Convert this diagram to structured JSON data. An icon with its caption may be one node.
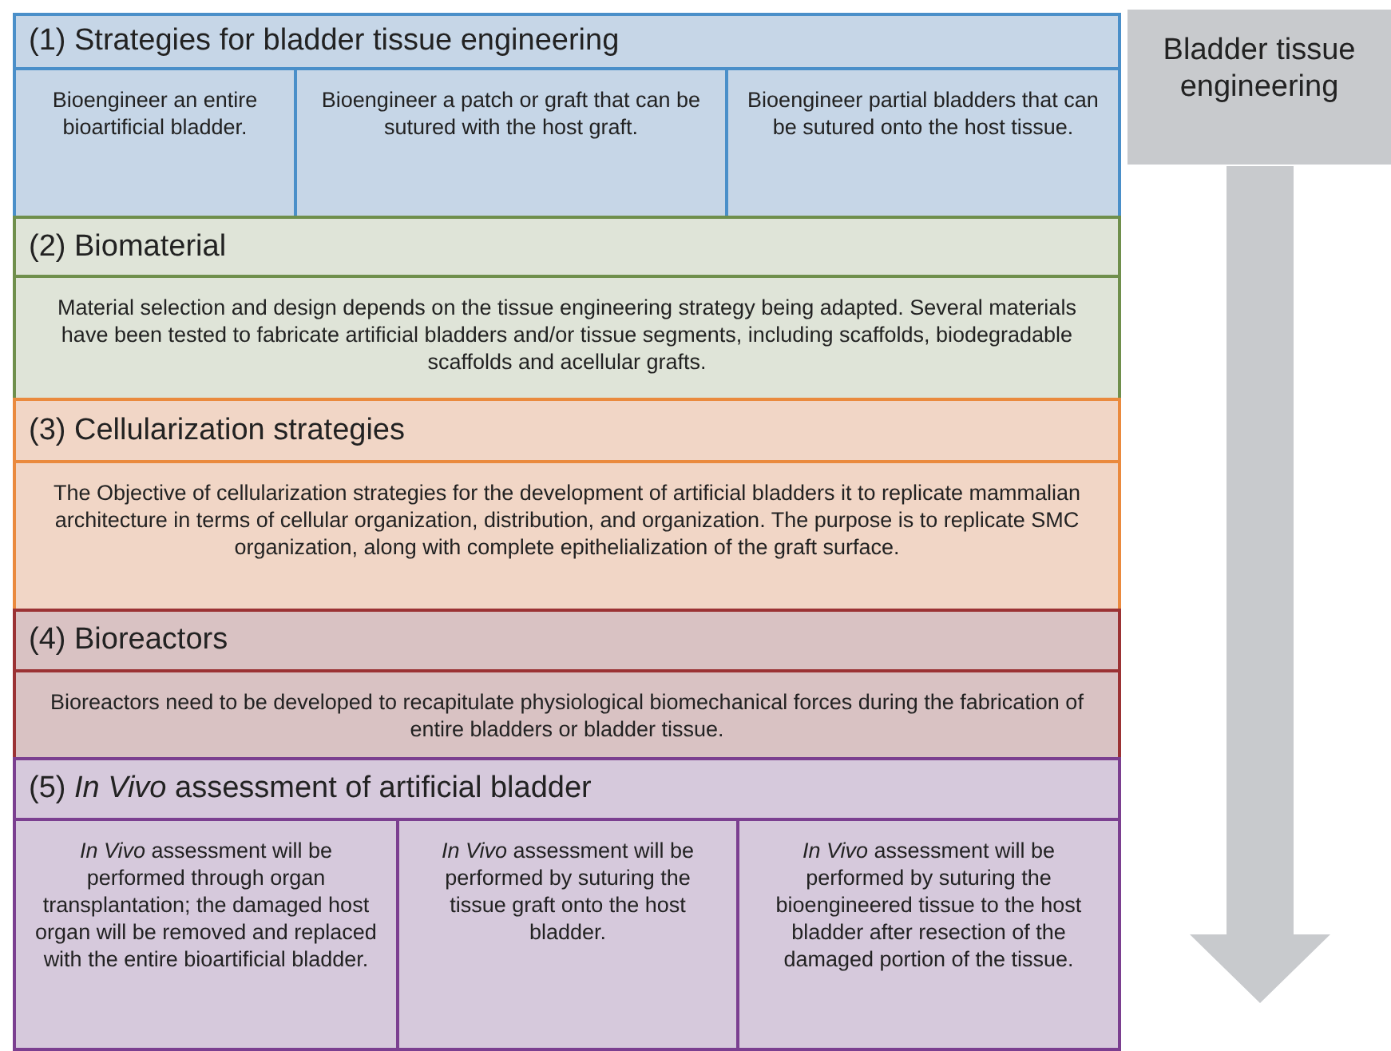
{
  "diagram": {
    "nodes": [
      {
        "text": [
          "(1) Strategies for bladder tissue engineering"
        ]
      },
      {
        "text": [
          "Bioengineer an entire bioartificial bladder."
        ]
      },
      {
        "text": [
          "Bioengineer a patch or graft that can be sutured with the host graft."
        ]
      },
      {
        "text": [
          "Bioengineer partial bladders that can be sutured onto the host tissue."
        ]
      },
      {
        "text": [
          "(2) Biomaterial"
        ]
      },
      {
        "text": [
          "Material selection and design depends on the tissue engineering strategy being adapted. Several materials have been tested to fabricate artificial bladders and/or tissue segments, including scaffolds, biodegradable scaffolds and acellular grafts."
        ]
      },
      {
        "text": [
          "(3) Cellularization strategies"
        ]
      },
      {
        "text": [
          "The Objective of cellularization strategies for the development of artificial bladders it to replicate mammalian architecture in terms of cellular organization, distribution, and organization. The purpose is to replicate SMC organization, along with complete epithelialization of the graft surface."
        ]
      },
      {
        "text": [
          "(4) Bioreactors"
        ]
      },
      {
        "text": [
          "Bioreactors need to be developed to recapitulate physiological biomechanical forces during the fabrication of entire bladders or bladder tissue."
        ]
      },
      {
        "text": [
          "(5) *In Vivo* assessment of artificial bladder"
        ]
      },
      {
        "text": [
          "*In Vivo* assessment will be performed through organ transplantation; the damaged host organ will be removed and replaced with the entire bioartificial bladder."
        ]
      },
      {
        "text": [
          "*In Vivo* assessment will be performed by suturing the tissue graft onto the host bladder."
        ]
      },
      {
        "text": [
          "*In Vivo* assessment will be performed by suturing the bioengineered tissue to the host bladder after resection of the damaged portion of the tissue."
        ]
      },
      {
        "text": [
          "Bladder tissue engineering"
        ]
      }
    ]
  }
}
